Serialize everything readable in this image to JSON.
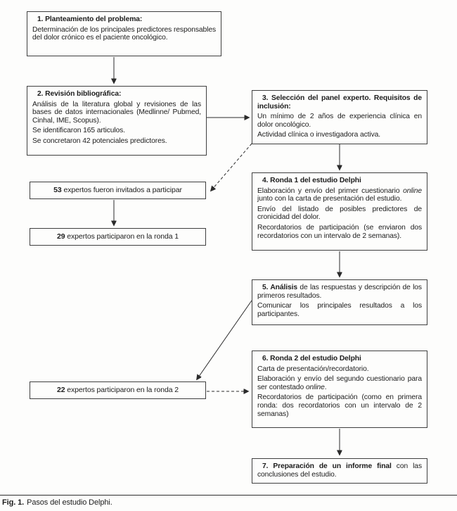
{
  "colors": {
    "line": "#2b2b2b",
    "box_border": "#3f3f3f",
    "text": "#1c1c1c",
    "background": "#fdfdfc"
  },
  "flowchart": {
    "step1": {
      "paragraphs": [
        "**1. Planteamiento del problema:**",
        "Determinación de los principales predictores responsables del dolor crónico es el paciente oncológico."
      ]
    },
    "step2": {
      "paragraphs": [
        "**2. Revisión bibliográfica:**",
        "Análisis de la literatura global y revisiones de las bases de datos internacionales (Medlinne/ Pubmed, Cinhal, IME, Scopus).",
        "Se identificaron 165 articulos.",
        "Se concretaron 42 potenciales predictores."
      ]
    },
    "step3": {
      "paragraphs": [
        "**3. Selección del panel experto. Requisitos de inclusión:**",
        "Un mínimo de 2 años de experiencia clínica en dolor oncológico.",
        "Actividad clínica o investigadora activa."
      ]
    },
    "step4": {
      "paragraphs": [
        "**4. Ronda 1 del estudio Delphi**",
        "Elaboración y envío del primer cuestionario *online* junto con la carta de presentación del estudio.",
        "Envío del listado de posibles predictores de cronicidad del dolor.",
        "Recordatorios de participación (se enviaron dos recordatorios con un intervalo de 2 semanas)."
      ]
    },
    "step5": {
      "paragraphs": [
        "**5. Análisis** de las respuestas y descripción de los primeros resultados.",
        "Comunicar los principales resultados a los participantes."
      ]
    },
    "step6": {
      "paragraphs": [
        "**6. Ronda 2 del estudio Delphi**",
        "Carta de presentación/recordatorio.",
        "Elaboración y envío del segundo cuestionario para ser contestado *online*.",
        "Recordatorios de participación (como en primera ronda: dos recordatorios con un intervalo de 2 semanas)"
      ]
    },
    "step7": {
      "paragraphs": [
        "**7. Preparación de un informe final** con las conclusiones del estudio."
      ]
    },
    "invited": {
      "paragraphs": [
        "**53** expertos fueron invitados a participar"
      ]
    },
    "round1": {
      "paragraphs": [
        "**29** expertos participaron en la ronda 1"
      ]
    },
    "round2": {
      "paragraphs": [
        "**22** expertos participaron en la ronda 2"
      ]
    }
  },
  "caption": {
    "label": "Fig. 1.",
    "text": "Pasos del estudio Delphi."
  }
}
